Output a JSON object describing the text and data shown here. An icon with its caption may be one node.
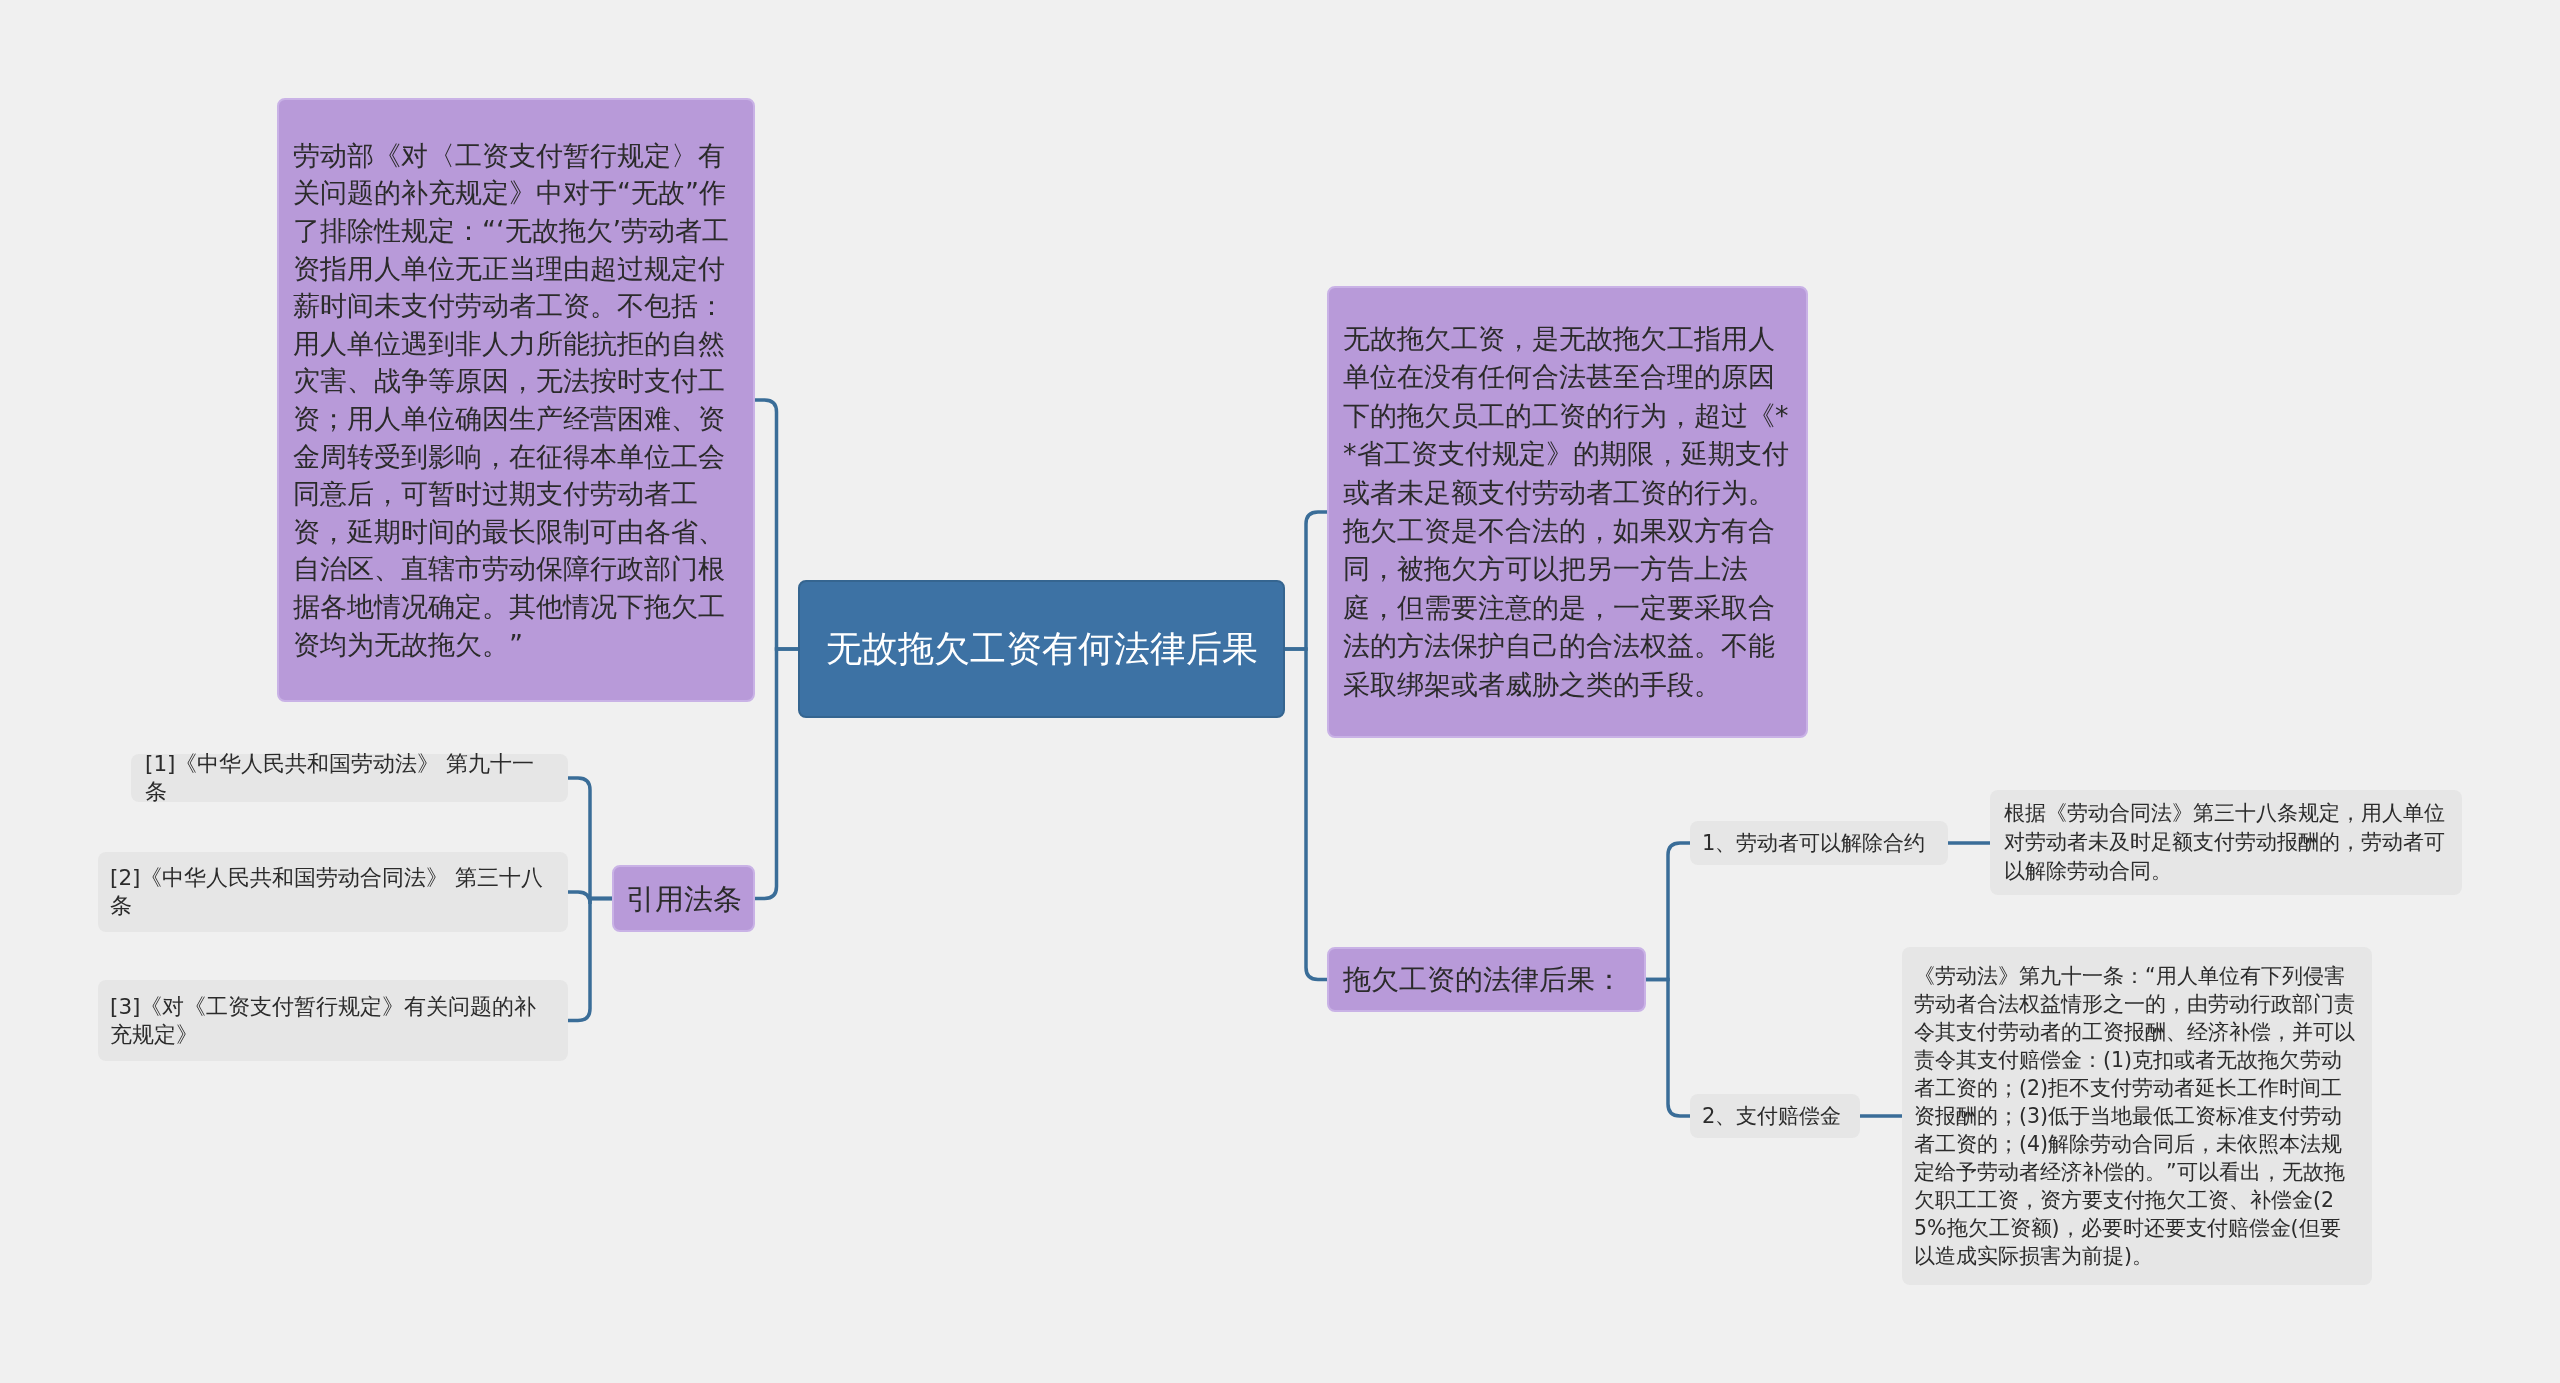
{
  "diagram": {
    "nodes": [
      {
        "text": [
          "无故拖欠工资有何法律后果"
        ]
      },
      {
        "text": [
          "劳动部《对〈工资支付暂行规定〉有关问题的补充规定》中对于“无故”作了排除性规定：“‘无故拖欠’劳动者工资指用人单位无正当理由超过规定付薪时间未支付劳动者工资。不包括：用人单位遇到非人力所能抗拒的自然灾害、战争等原因，无法按时支付工资；用人单位确因生产经营困难、资金周转受到影响，在征得本单位工会同意后，可暂时过期支付劳动者工资，延期时间的最长限制可由各省、自治区、直辖市劳动保障行政部门根据各地情况确定。其他情况下拖欠工资均为无故拖欠。”"
        ]
      },
      {
        "text": [
          "引用法条"
        ]
      },
      {
        "text": [
          "[1]《中华人民共和国劳动法》 第九十一条"
        ]
      },
      {
        "text": [
          "[2]《中华人民共和国劳动合同法》 第三十八条"
        ]
      },
      {
        "text": [
          "[3]《对《工资支付暂行规定》有关问题的补充规定》"
        ]
      },
      {
        "text": [
          "无故拖欠工资，是无故拖欠工指用人单位在没有任何合法甚至合理的原因下的拖欠员工的工资的行为，超过《**省工资支付规定》的期限，延期支付或者未足额支付劳动者工资的行为。拖欠工资是不合法的，如果双方有合同，被拖欠方可以把另一方告上法庭，但需要注意的是，一定要采取合法的方法保护自己的合法权益。不能采取绑架或者威胁之类的手段。"
        ]
      },
      {
        "text": [
          "拖欠工资的法律后果："
        ]
      },
      {
        "text": [
          "1、劳动者可以解除合约"
        ]
      },
      {
        "text": [
          "根据《劳动合同法》第三十八条规定，用人单位对劳动者未及时足额支付劳动报酬的，劳动者可以解除劳动合同。"
        ]
      },
      {
        "text": [
          "2、支付赔偿金"
        ]
      },
      {
        "text": [
          "《劳动法》第九十一条：“用人单位有下列侵害劳动者合法权益情形之一的，由劳动行政部门责令其支付劳动者的工资报酬、经济补偿，并可以责令其支付赔偿金：(1)克扣或者无故拖欠劳动者工资的；(2)拒不支付劳动者延长工作时间工资报酬的；(3)低于当地最低工资标准支付劳动者工资的；(4)解除劳动合同后，未依照本法规定给予劳动者经济补偿的。”可以看出，无故拖欠职工工资，资方要支付拖欠工资、补偿金(25%拖欠工资额)，必要时还要支付赔偿金(但要以造成实际损害为前提)。"
        ]
      }
    ],
    "edges": [
      {
        "from": 0,
        "to": 1,
        "arrow": "none"
      },
      {
        "from": 0,
        "to": 2,
        "arrow": "none"
      },
      {
        "from": 2,
        "to": 3,
        "arrow": "none"
      },
      {
        "from": 2,
        "to": 4,
        "arrow": "none"
      },
      {
        "from": 2,
        "to": 5,
        "arrow": "none"
      },
      {
        "from": 0,
        "to": 6,
        "arrow": "none"
      },
      {
        "from": 0,
        "to": 7,
        "arrow": "none"
      },
      {
        "from": 7,
        "to": 8,
        "arrow": "none"
      },
      {
        "from": 8,
        "to": 9,
        "arrow": "none"
      },
      {
        "from": 7,
        "to": 10,
        "arrow": "none"
      },
      {
        "from": 10,
        "to": 11,
        "arrow": "none"
      }
    ]
  }
}
